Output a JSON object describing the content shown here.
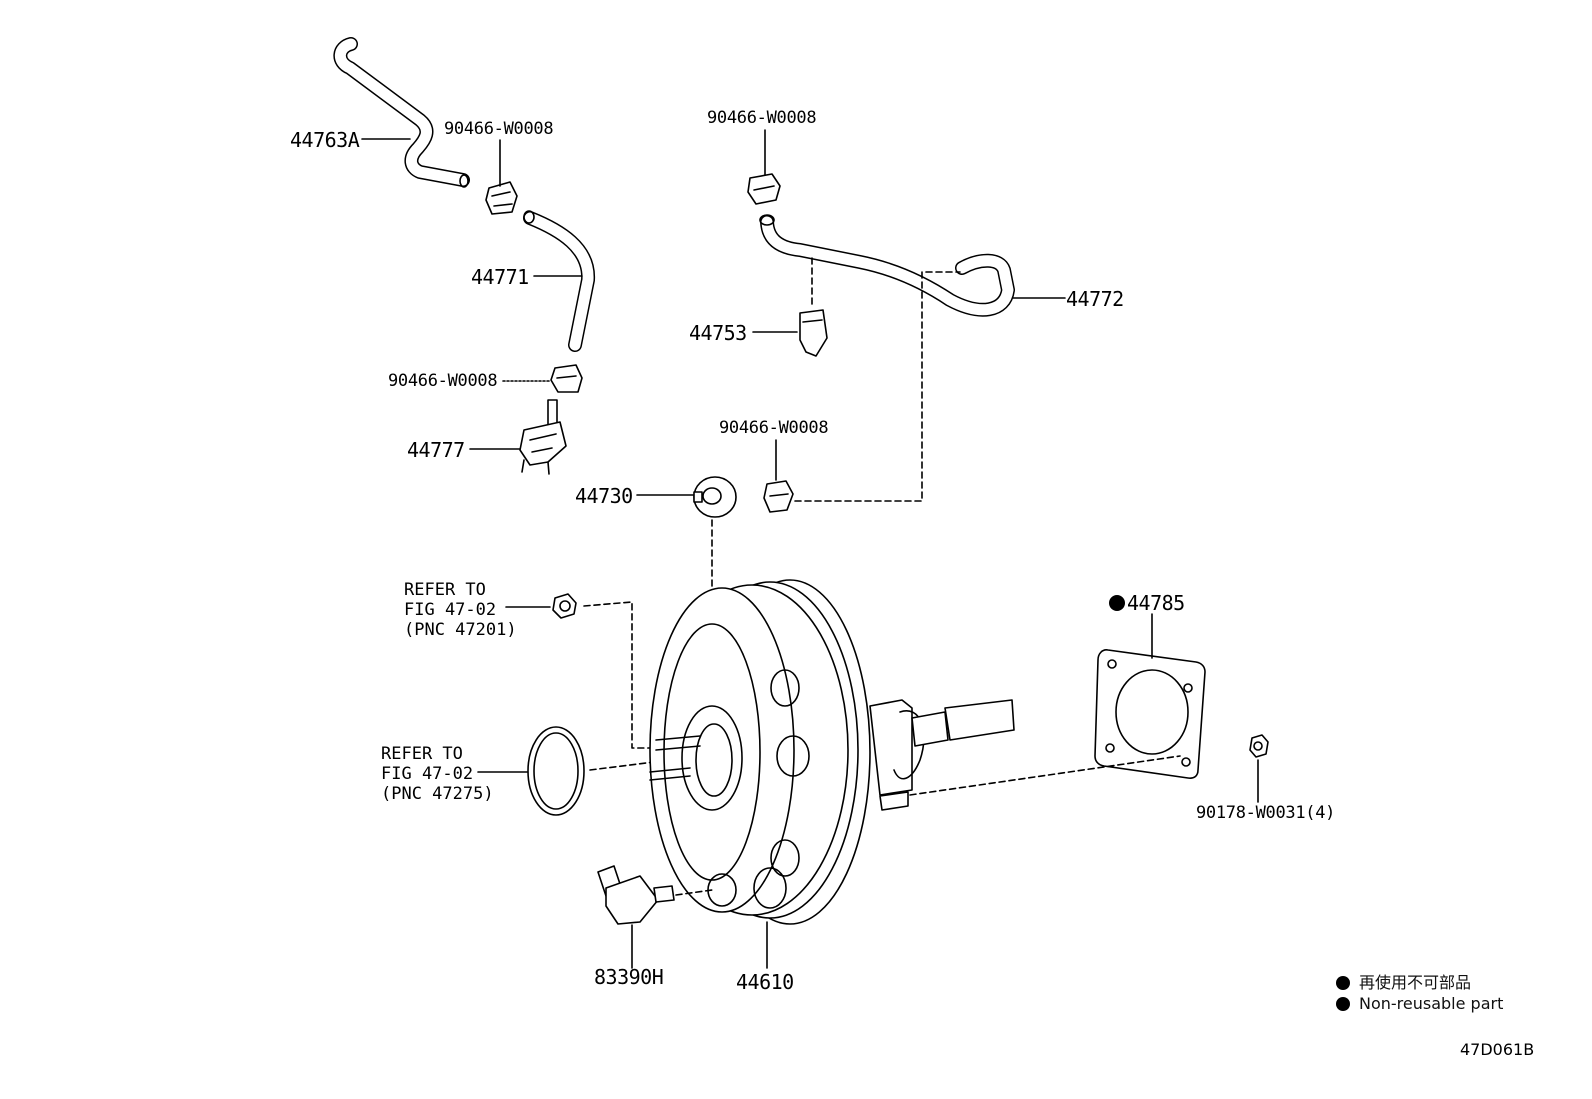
{
  "diagram": {
    "parts": {
      "p44763A": "44763A",
      "p90466_a": "90466-W0008",
      "p44771": "44771",
      "p90466_b": "90466-W0008",
      "p44777": "44777",
      "p90466_c": "90466-W0008",
      "p44753": "44753",
      "p44772": "44772",
      "p90466_d": "90466-W0008",
      "p44730": "44730",
      "p44785": "44785",
      "p90178": "90178-W0031(4)",
      "p83390H": "83390H",
      "p44610": "44610"
    },
    "refs": {
      "ref1": [
        "REFER TO",
        "FIG 47-02",
        "(PNC 47201)"
      ],
      "ref2": [
        "REFER TO",
        "FIG 47-02",
        "(PNC 47275)"
      ]
    },
    "legend": {
      "jp": "再使用不可部品",
      "en": "Non-reusable part"
    },
    "figure_code": "47D061B"
  }
}
